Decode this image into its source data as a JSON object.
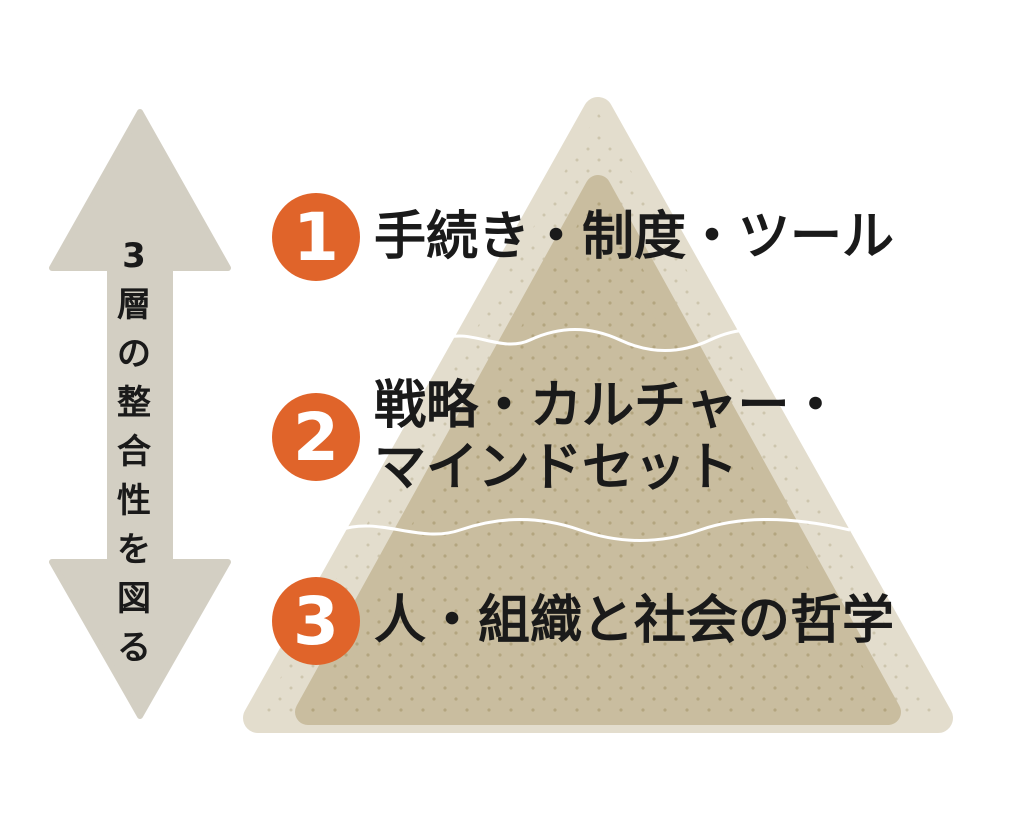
{
  "diagram": {
    "vertical_label": [
      "3",
      "層",
      "の",
      "整",
      "合",
      "性",
      "を",
      "図",
      "る"
    ],
    "layers": [
      {
        "number": "1",
        "lines": [
          "手続き・制度・ツール"
        ]
      },
      {
        "number": "2",
        "lines": [
          "戦略・カルチャー・",
          "マインドセット"
        ]
      },
      {
        "number": "3",
        "lines": [
          "人・組織と社会の哲学"
        ]
      }
    ],
    "colors": {
      "badge": "#e0642a",
      "arrow": "#d3cfc3",
      "pyramid_outer": "#e3ddcd",
      "pyramid_inner": "#c9bd9f",
      "text": "#1a1a1a"
    }
  }
}
